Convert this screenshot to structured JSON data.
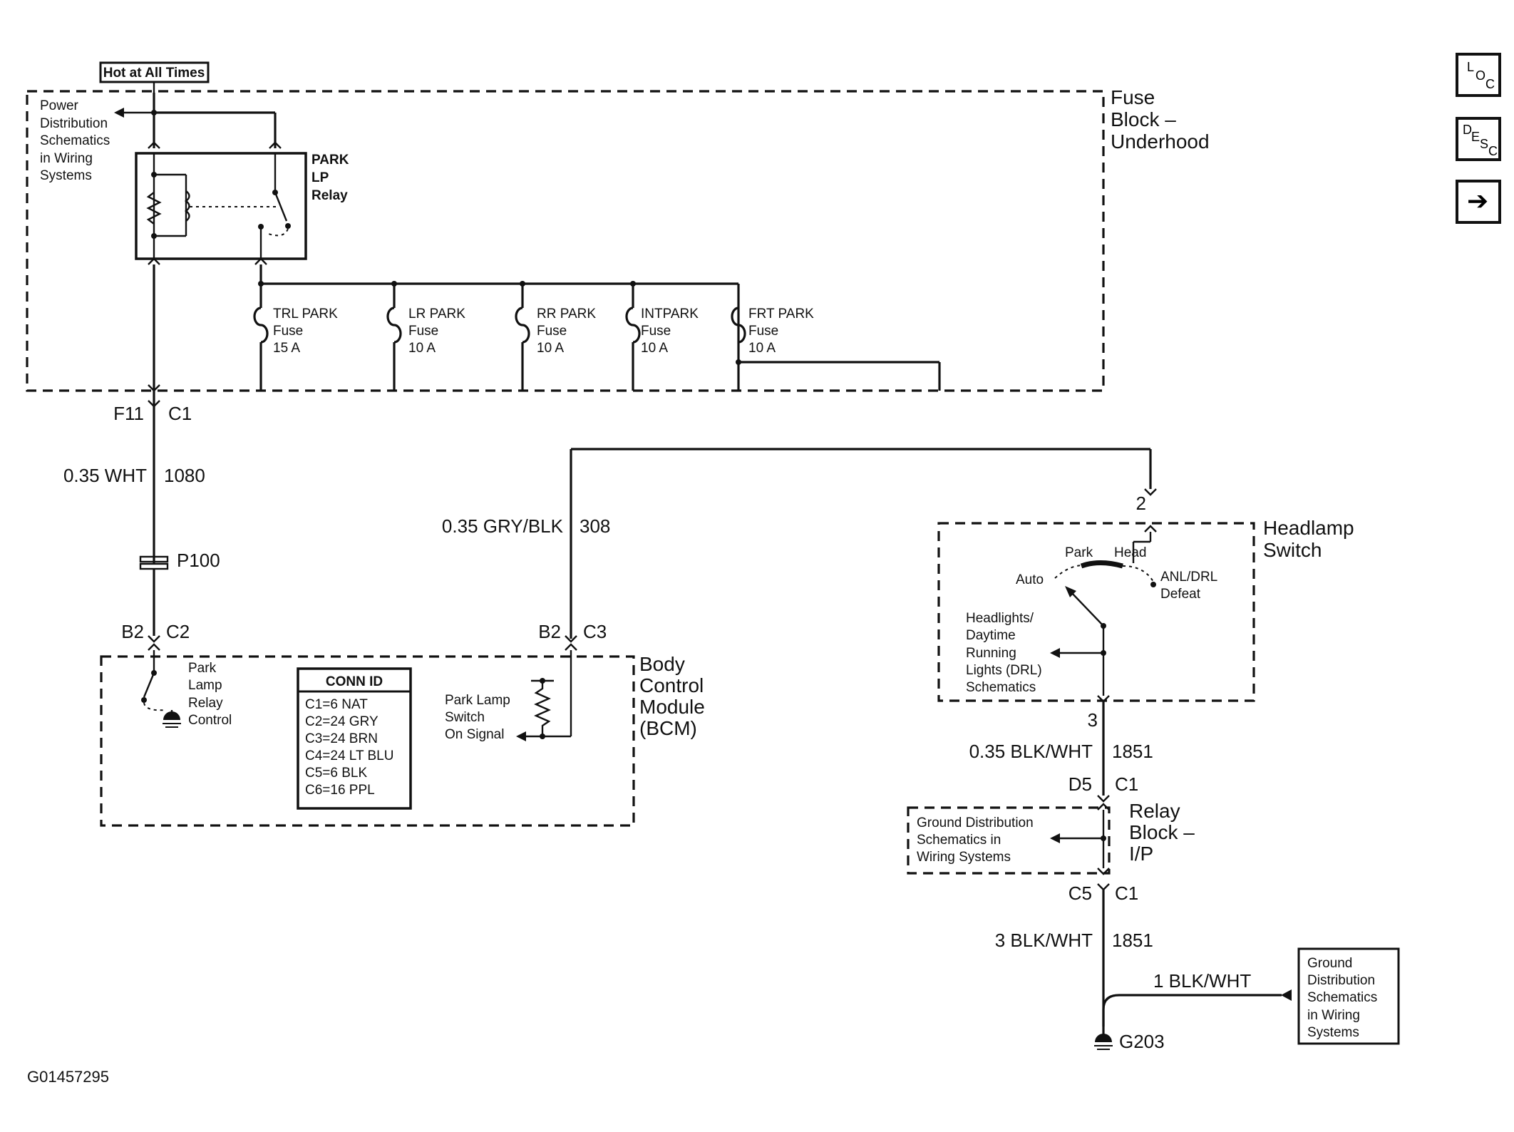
{
  "diagram_id": "G01457295",
  "nav": {
    "loc": {
      "l1": "L",
      "l2": "O",
      "l3": "C"
    },
    "desc": {
      "l1": "D",
      "l2": "E",
      "l3": "S",
      "l4": "C"
    },
    "next": "➔"
  },
  "hot_label": "Hot at All Times",
  "power_note": [
    "Power",
    "Distribution",
    "Schematics",
    "in Wiring",
    "Systems"
  ],
  "fuse_block": [
    "Fuse",
    "Block –",
    "Underhood"
  ],
  "relay": [
    "PARK",
    "LP",
    "Relay"
  ],
  "fuses": [
    {
      "l1": "TRL PARK",
      "l2": "Fuse",
      "l3": "15 A"
    },
    {
      "l1": "LR PARK",
      "l2": "Fuse",
      "l3": "10 A"
    },
    {
      "l1": "RR PARK",
      "l2": "Fuse",
      "l3": "10 A"
    },
    {
      "l1": "INTPARK",
      "l2": "Fuse",
      "l3": "10 A"
    },
    {
      "l1": "FRT PARK",
      "l2": "Fuse",
      "l3": "10 A"
    }
  ],
  "conn_f11": {
    "pin": "F11",
    "conn": "C1"
  },
  "wire_1080": {
    "size": "0.35 WHT",
    "circuit": "1080"
  },
  "splice": "P100",
  "conn_b2c2": {
    "pin": "B2",
    "conn": "C2"
  },
  "wire_308": {
    "size": "0.35 GRY/BLK",
    "circuit": "308"
  },
  "conn_b2c3": {
    "pin": "B2",
    "conn": "C3"
  },
  "bcm": {
    "name": [
      "Body",
      "Control",
      "Module",
      "(BCM)"
    ],
    "relay_ctrl": [
      "Park",
      "Lamp",
      "Relay",
      "Control"
    ],
    "switch_sig": [
      "Park Lamp",
      "Switch",
      "On Signal"
    ],
    "conn_id_title": "CONN ID",
    "conn_ids": [
      "C1=6 NAT",
      "C2=24 GRY",
      "C3=24 BRN",
      "C4=24 LT BLU",
      "C5=6 BLK",
      "C6=16 PPL"
    ]
  },
  "headlamp": {
    "name": [
      "Headlamp",
      "Switch"
    ],
    "pin_top": "2",
    "park": "Park",
    "head": "Head",
    "auto": "Auto",
    "defeat": [
      "ANL/DRL",
      "Defeat"
    ],
    "drl_note": [
      "Headlights/",
      "Daytime",
      "Running",
      "Lights (DRL)",
      "Schematics"
    ],
    "pin_bottom": "3"
  },
  "wire_1851a": {
    "size": "0.35 BLK/WHT",
    "circuit": "1851"
  },
  "conn_d5": {
    "pin": "D5",
    "conn": "C1"
  },
  "relay_block": {
    "name": [
      "Relay",
      "Block –",
      "I/P"
    ],
    "ground_note": [
      "Ground Distribution",
      "Schematics in",
      "Wiring Systems"
    ]
  },
  "conn_c5": {
    "pin": "C5",
    "conn": "C1"
  },
  "wire_1851b": {
    "size": "3 BLK/WHT",
    "circuit": "1851"
  },
  "wire_gnd": {
    "size": "1 BLK/WHT"
  },
  "ground_box": [
    "Ground",
    "Distribution",
    "Schematics",
    "in Wiring",
    "Systems"
  ],
  "ground_id": "G203"
}
